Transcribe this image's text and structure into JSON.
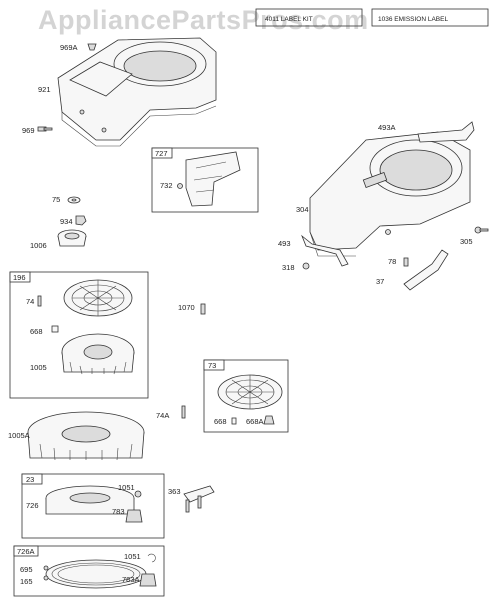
{
  "watermark": "AppliancePartsPros.com",
  "header": {
    "box_left": "4011 LABEL KIT",
    "box_right": "1036 EMISSION LABEL"
  },
  "boxes": {
    "b727": "727",
    "b196": "196",
    "b73": "73",
    "b23": "23",
    "b726A": "726A"
  },
  "labels": {
    "l969A": "969A",
    "l921": "921",
    "l969": "969",
    "l732": "732",
    "l493A": "493A",
    "l75": "75",
    "l934": "934",
    "l1006": "1006",
    "l304": "304",
    "l493": "493",
    "l305": "305",
    "l318": "318",
    "l78": "78",
    "l37": "37",
    "l74": "74",
    "l668": "668",
    "l1005": "1005",
    "l1070": "1070",
    "l668b": "668",
    "l668A": "668A",
    "l74A": "74A",
    "l1005A": "1005A",
    "l1051": "1051",
    "l726": "726",
    "l783": "783",
    "l363": "363",
    "l1051b": "1051",
    "l695": "695",
    "l165": "165",
    "l783A": "783A"
  }
}
